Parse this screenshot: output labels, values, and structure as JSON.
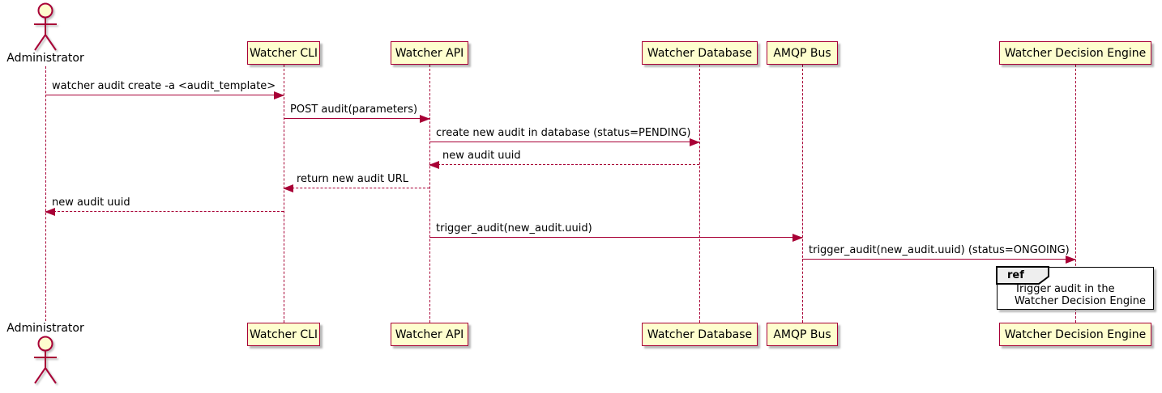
{
  "diagram_type": "sequence",
  "actors": {
    "top": "Administrator",
    "bottom": "Administrator"
  },
  "participants": [
    {
      "label": "Watcher CLI"
    },
    {
      "label": "Watcher API"
    },
    {
      "label": "Watcher Database"
    },
    {
      "label": "AMQP Bus"
    },
    {
      "label": "Watcher Decision Engine"
    }
  ],
  "messages": [
    {
      "from": "Administrator",
      "to": "Watcher CLI",
      "label": "watcher audit create -a <audit_template>",
      "line": "solid"
    },
    {
      "from": "Watcher CLI",
      "to": "Watcher API",
      "label": "POST audit(parameters)",
      "line": "solid"
    },
    {
      "from": "Watcher API",
      "to": "Watcher Database",
      "label": "create new audit in database (status=PENDING)",
      "line": "solid"
    },
    {
      "from": "Watcher Database",
      "to": "Watcher API",
      "label": "new audit uuid",
      "line": "dashed"
    },
    {
      "from": "Watcher API",
      "to": "Watcher CLI",
      "label": "return new audit URL",
      "line": "dashed"
    },
    {
      "from": "Watcher CLI",
      "to": "Administrator",
      "label": "new audit uuid",
      "line": "dashed"
    },
    {
      "from": "Watcher API",
      "to": "AMQP Bus",
      "label": "trigger_audit(new_audit.uuid)",
      "line": "solid"
    },
    {
      "from": "AMQP Bus",
      "to": "Watcher Decision Engine",
      "label": "trigger_audit(new_audit.uuid) (status=ONGOING)",
      "line": "solid"
    }
  ],
  "ref": {
    "keyword": "ref",
    "line1": "Trigger audit in the",
    "line2": "Watcher Decision Engine"
  },
  "colors": {
    "participant_fill": "#FEFECE",
    "stroke": "#A80036",
    "text": "#000000",
    "ref_tab_fill": "#EEEEEE",
    "ref_border": "#000000",
    "background": "#FFFFFF"
  }
}
